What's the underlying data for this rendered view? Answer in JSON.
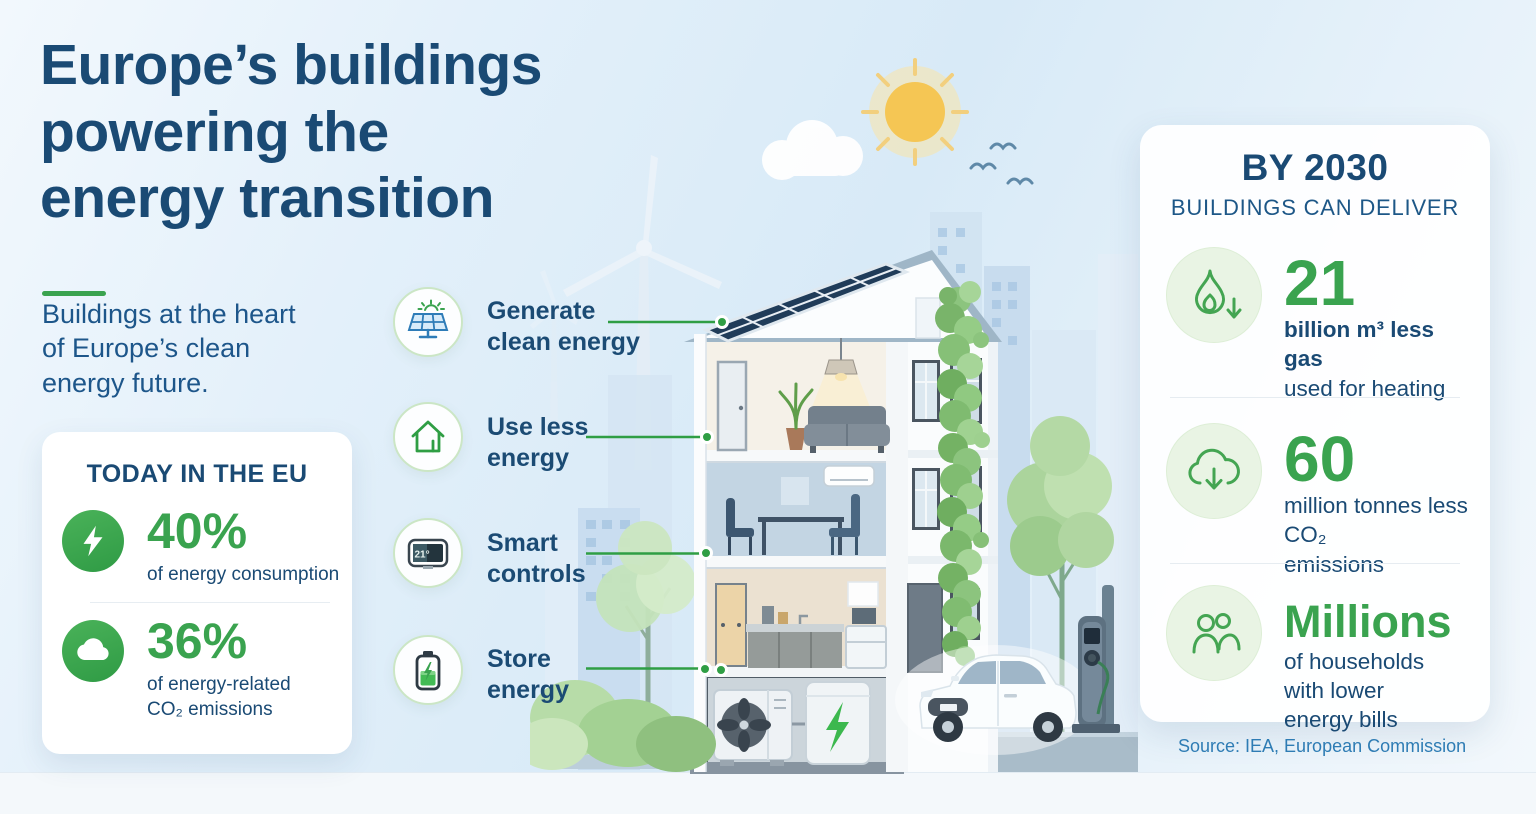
{
  "title_lines": [
    "Europe’s buildings",
    "powering the",
    "energy transition"
  ],
  "subtitle_lines": [
    "Buildings at the heart",
    "of Europe’s clean",
    "energy future."
  ],
  "today_card": {
    "heading": "TODAY IN THE EU",
    "stat1": {
      "value": "40%",
      "line1": "of energy consumption"
    },
    "stat2": {
      "value": "36%",
      "line1": "of energy-related",
      "line2": "CO₂ emissions"
    }
  },
  "features": [
    {
      "lines": [
        "Generate",
        "clean energy"
      ],
      "icon": "solar-panel-icon"
    },
    {
      "lines": [
        "Use less",
        "energy"
      ],
      "icon": "house-icon"
    },
    {
      "lines": [
        "Smart",
        "controls"
      ],
      "icon": "thermostat-icon",
      "reading": "21°"
    },
    {
      "lines": [
        "Store",
        "energy"
      ],
      "icon": "battery-icon"
    }
  ],
  "panel": {
    "heading": "BY 2030",
    "subheading": "BUILDINGS CAN DELIVER",
    "stats": [
      {
        "value": "21",
        "line1": "billion m³ less gas",
        "line2": "used for heating",
        "icon": "flame-down-icon"
      },
      {
        "value": "60",
        "line1": "million tonnes less CO₂",
        "line2": "emissions",
        "icon": "cloud-down-icon"
      },
      {
        "value": "Millions",
        "line1": "of households with lower",
        "line2": "energy bills",
        "icon": "people-icon"
      }
    ]
  },
  "source": "Source: IEA, European Commission",
  "colors": {
    "navy_text": "#1a4a74",
    "accent_green": "#3aa34f",
    "light_green_fill": "#e9f4e4",
    "source_blue": "#2e7cb4",
    "solar_panel_navy": "#203c59"
  }
}
